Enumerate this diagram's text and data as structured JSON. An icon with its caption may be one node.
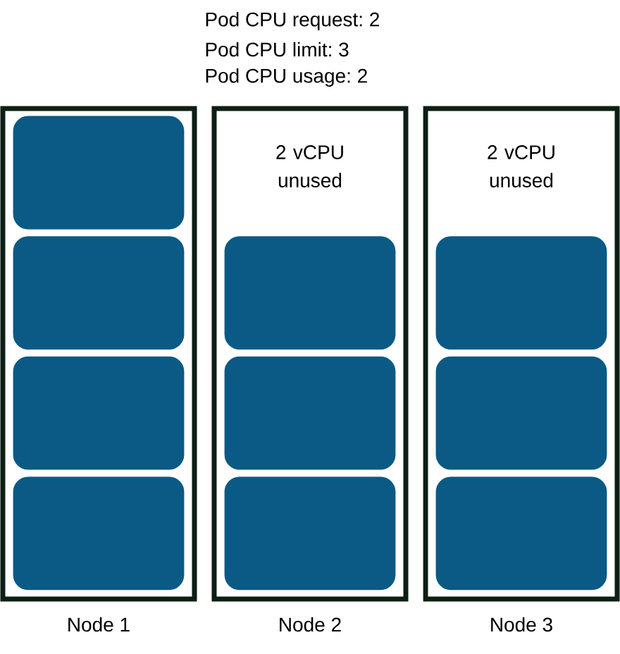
{
  "diagram": {
    "nodes": [
      {
        "text": [
          "Node 1"
        ]
      },
      {
        "text": [],
        "shape": "box",
        "in": 0
      },
      {
        "text": [],
        "shape": "box",
        "in": 0
      },
      {
        "text": [],
        "shape": "box",
        "in": 0
      },
      {
        "text": [],
        "shape": "box",
        "in": 0
      },
      {
        "text": [
          "2 vCPU unused",
          "Node 2"
        ]
      },
      {
        "text": [],
        "shape": "box",
        "in": 5
      },
      {
        "text": [],
        "shape": "box",
        "in": 5
      },
      {
        "text": [],
        "shape": "box",
        "in": 5
      },
      {
        "text": [
          "2 vCPU unused",
          "Node 3"
        ]
      },
      {
        "text": [],
        "shape": "box",
        "in": 9
      },
      {
        "text": [],
        "shape": "box",
        "in": 9
      },
      {
        "text": [],
        "shape": "box",
        "in": 9
      }
    ],
    "labels": [
      "Pod CPU request: 2",
      "Pod CPU limit: 3",
      "Pod CPU usage: 2"
    ]
  }
}
